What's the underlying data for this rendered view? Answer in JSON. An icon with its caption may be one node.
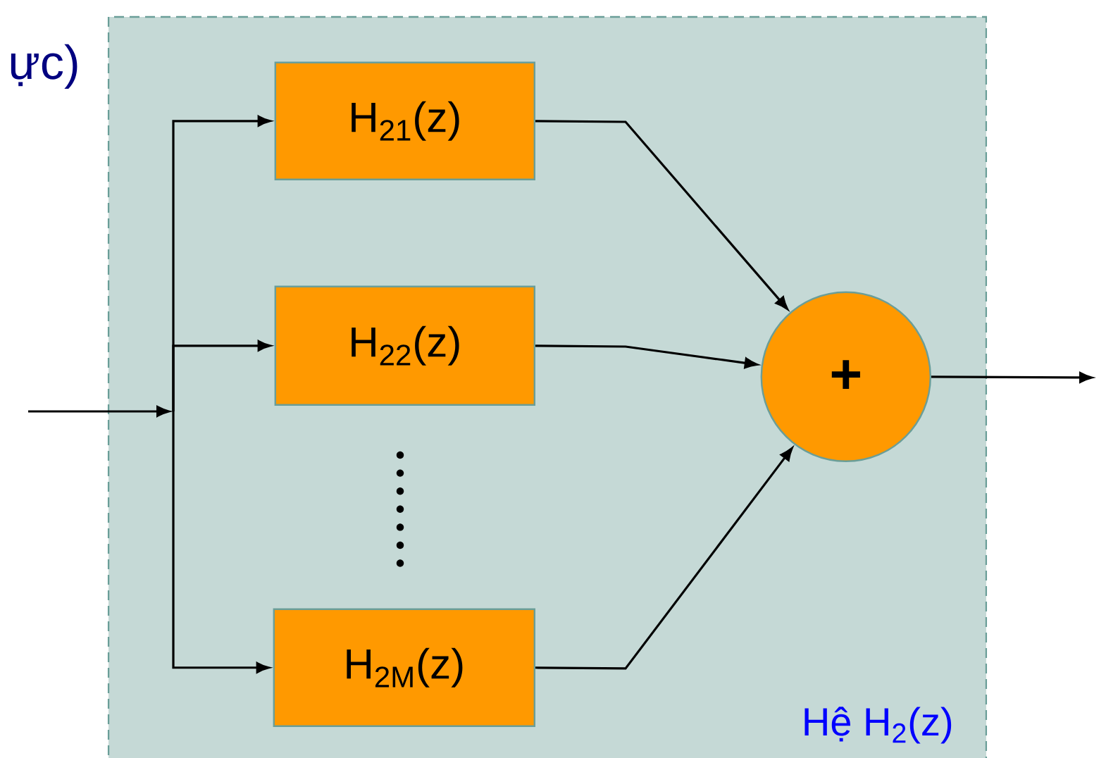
{
  "diagram": {
    "nodes": [
      {
        "text": [
          "Hệ H$_{2}$(z)"
        ]
      },
      {
        "text": [
          "H$_{21}$(z)"
        ],
        "in": 0
      },
      {
        "text": [
          "H$_{22}$(z)"
        ],
        "in": 0
      },
      {
        "text": [
          "H$_{2M}$(z)"
        ],
        "in": 0
      },
      {
        "text": [
          "+"
        ],
        "in": 0
      }
    ],
    "edges": [
      {
        "from": null,
        "to": 1,
        "arrow": "to"
      },
      {
        "from": null,
        "to": 2,
        "arrow": "to"
      },
      {
        "from": null,
        "to": 3,
        "arrow": "to"
      },
      {
        "from": 1,
        "to": 4,
        "arrow": "to"
      },
      {
        "from": 2,
        "to": 4,
        "arrow": "to"
      },
      {
        "from": 3,
        "to": 4,
        "arrow": "to"
      },
      {
        "from": 4,
        "to": null,
        "arrow": "to"
      }
    ],
    "labels": [
      "ực)"
    ]
  }
}
